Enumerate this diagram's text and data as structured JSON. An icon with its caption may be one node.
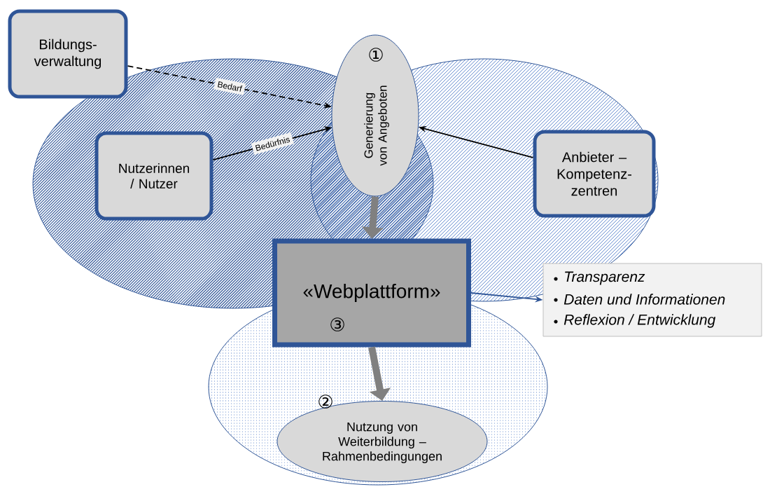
{
  "diagram": {
    "nodes": [
      {
        "text": [
          "Bildungs- verwaltung"
        ]
      },
      {
        "text": [
          "①",
          "Generierung von Angeboten"
        ]
      },
      {
        "text": [
          "Nutzerinnen / Nutzer"
        ]
      },
      {
        "text": [
          "Anbieter – Kompetenz- zentren"
        ]
      },
      {
        "text": [
          "«Webplattform»",
          "③"
        ]
      },
      {
        "text": [
          "Nutzung von Weiterbildung – Rahmenbedingungen"
        ],
        "beside": [
          "②"
        ]
      },
      {
        "text": [
          "Transparenz",
          "Daten und Informationen",
          "Reflexion / Entwicklung"
        ]
      }
    ],
    "edges": [
      {
        "from": 0,
        "to": 1,
        "arrow": "to",
        "label": "Bedarf",
        "style": "dashed"
      },
      {
        "from": 2,
        "to": 1,
        "arrow": "to",
        "label": "Bedürfnis"
      },
      {
        "from": 3,
        "to": 1,
        "arrow": "to"
      },
      {
        "from": 1,
        "to": 4,
        "arrow": "to",
        "style": "thick",
        "color": "#808080"
      },
      {
        "from": 4,
        "to": 5,
        "arrow": "to",
        "style": "thick",
        "color": "#808080"
      },
      {
        "from": 4,
        "to": 6,
        "arrow": "to",
        "color": "#2f5597"
      }
    ]
  }
}
